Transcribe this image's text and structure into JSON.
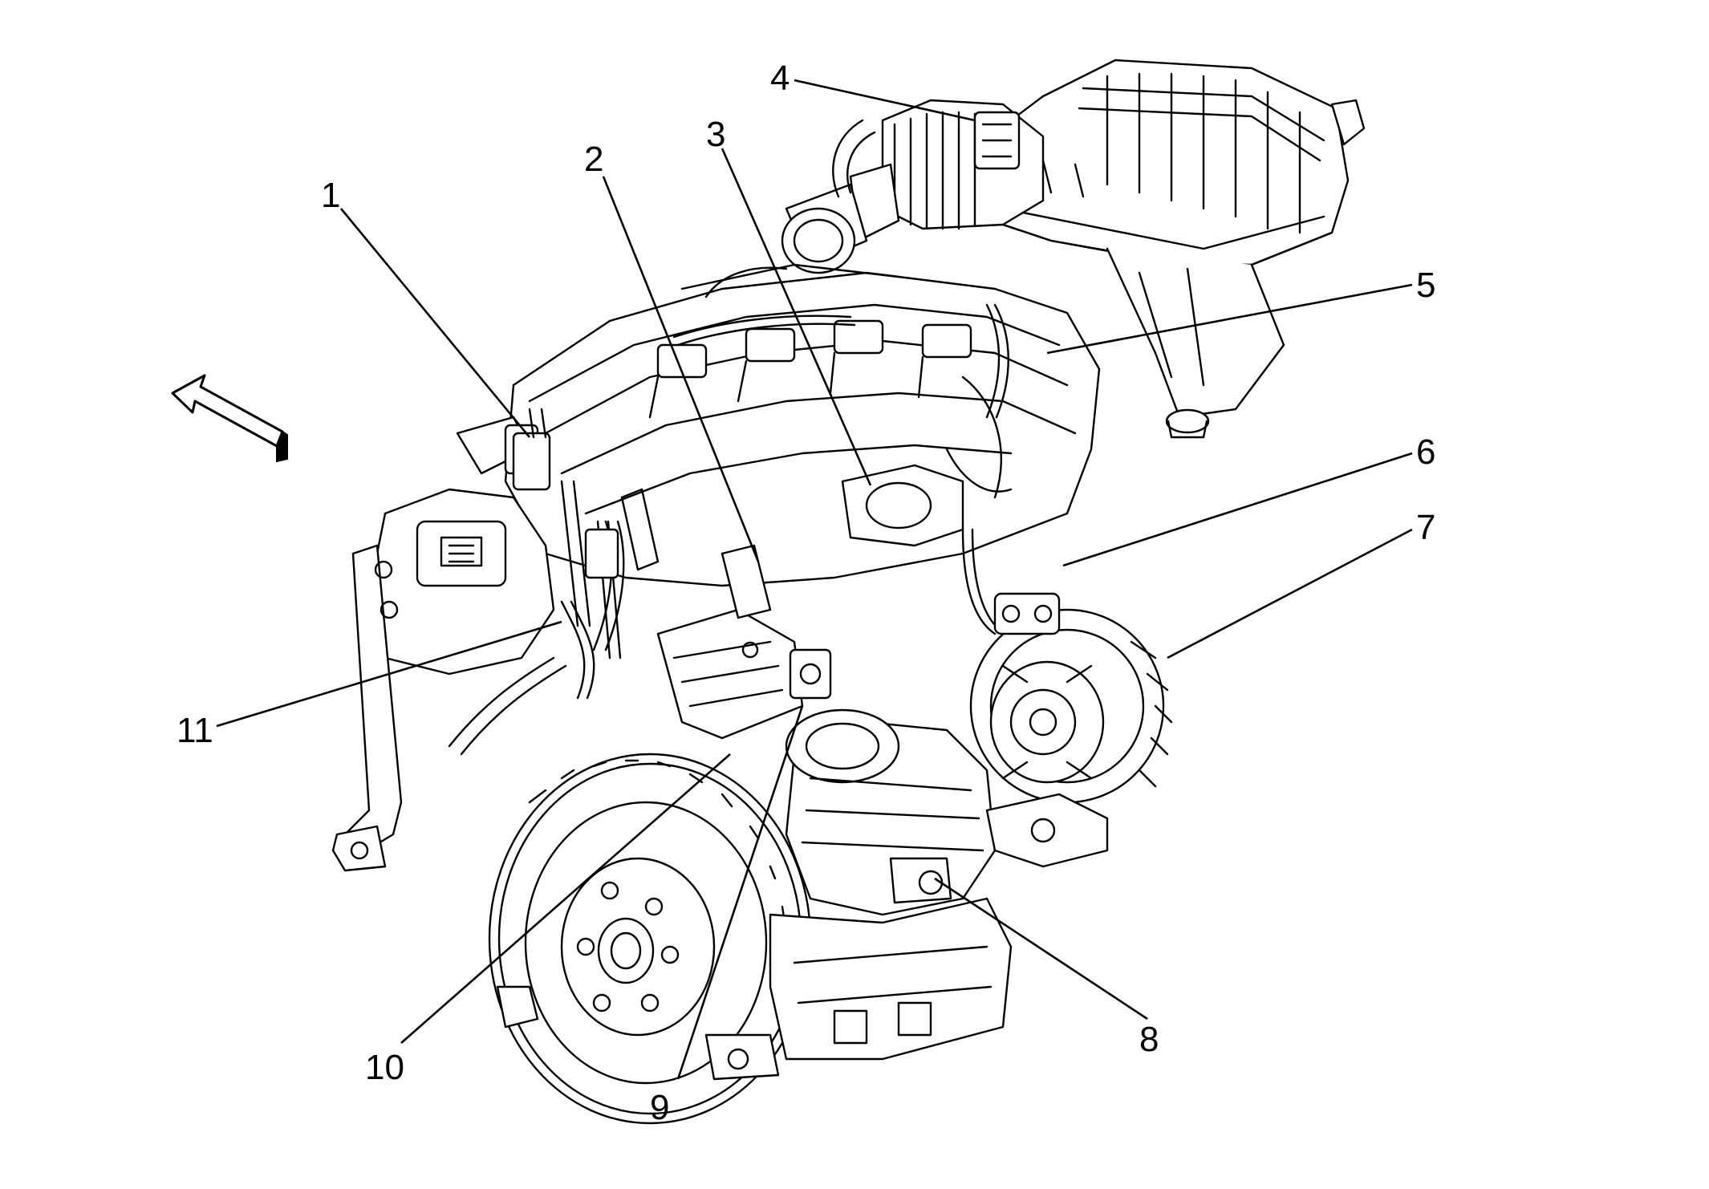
{
  "callouts": [
    {
      "label": "1"
    },
    {
      "label": "2"
    },
    {
      "label": "3"
    },
    {
      "label": "4"
    },
    {
      "label": "5"
    },
    {
      "label": "6"
    },
    {
      "label": "7"
    },
    {
      "label": "8"
    },
    {
      "label": "9"
    },
    {
      "label": "10"
    },
    {
      "label": "11"
    }
  ],
  "icons": {
    "direction_arrow": "front-direction-arrow-icon"
  },
  "colors": {
    "ink": "#000000",
    "background": "#ffffff"
  }
}
